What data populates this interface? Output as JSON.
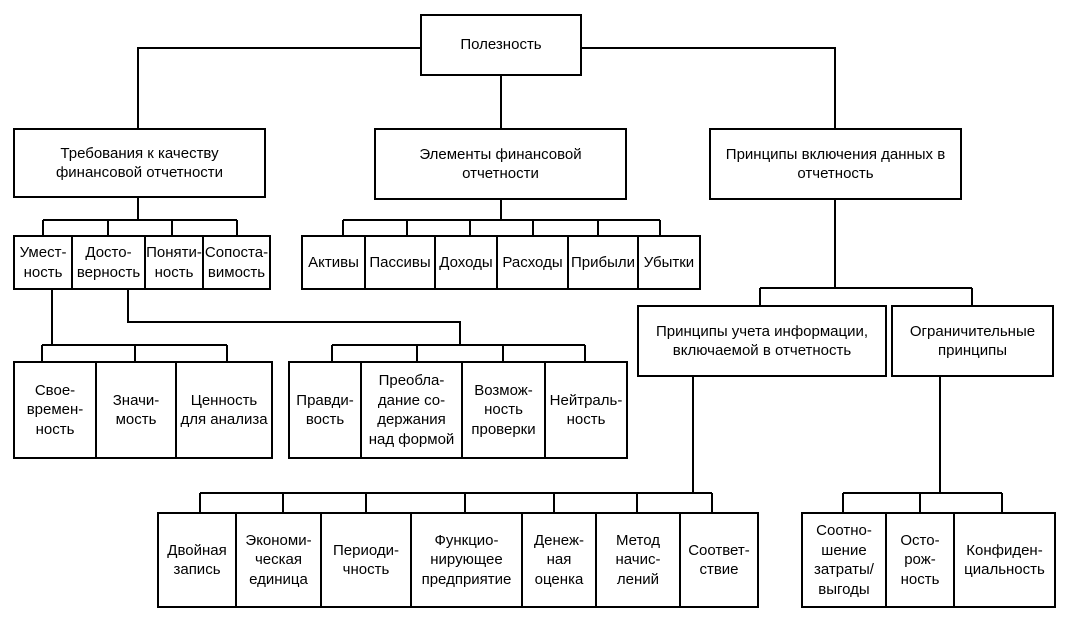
{
  "root": "Полезность",
  "level1": {
    "quality_requirements": "Требования к качеству\nфинансовой отчетности",
    "elements": "Элементы финансовой\nотчетности",
    "inclusion_principles": "Принципы включения данных в\nотчетность"
  },
  "quality_items": [
    "Умест-\nность",
    "Досто-\nверность",
    "Поняти-\nность",
    "Сопоста-\nвимость"
  ],
  "relevance_items": [
    "Свое-\nвремен-\nность",
    "Значи-\nмость",
    "Ценность\nдля анализа"
  ],
  "reliability_items": [
    "Правди-\nвость",
    "Преобла-\nдание со-\nдержания\nнад формой",
    "Возмож-\nность\nпроверки",
    "Нейтраль-\nность"
  ],
  "element_items": [
    "Активы",
    "Пассивы",
    "Доходы",
    "Расходы",
    "Прибыли",
    "Убытки"
  ],
  "level2": {
    "accounting_principles": "Принципы учета информации,\nвключаемой в отчетность",
    "constraints": "Ограничительные\nпринципы"
  },
  "accounting_items": [
    "Двойная\nзапись",
    "Экономи-\nческая\nединица",
    "Периоди-\nчность",
    "Функцио-\nнирующее\nпредприятие",
    "Денеж-\nная\nоценка",
    "Метод\nначис-\nлений",
    "Соответ-\nствие"
  ],
  "constraint_items": [
    "Соотно-\nшение\nзатраты/\nвыгоды",
    "Осто-\nрож-\nность",
    "Конфиден-\nциальность"
  ]
}
